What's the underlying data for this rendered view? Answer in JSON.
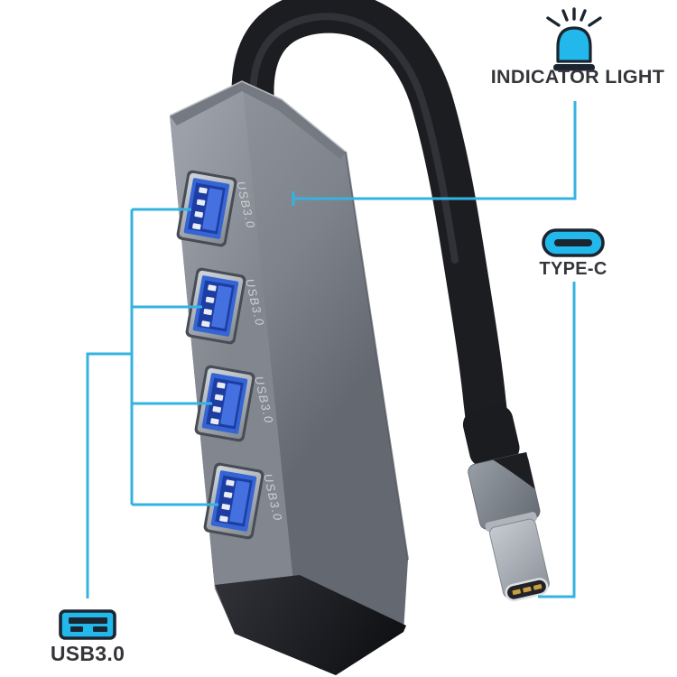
{
  "annotations": {
    "indicator_light": {
      "label": "INDICATOR LIGHT",
      "icon": "beacon-light-icon"
    },
    "type_c": {
      "label": "TYPE-C",
      "icon": "type-c-connector-icon"
    },
    "usb3": {
      "label": "USB3.0",
      "icon": "usb-a-port-icon"
    }
  },
  "hub": {
    "port_count": 4,
    "port_labels": [
      "USB3.0",
      "USB3.0",
      "USB3.0",
      "USB3.0"
    ]
  },
  "colors": {
    "callout_cyan": "#35b3e0",
    "icon_cyan": "#22b8ec",
    "icon_outline": "#1b2530",
    "annotation_text": "#35363a",
    "hub_gray": "#83888f",
    "hub_end_cap": "#1b1c20",
    "usb_port_blue": "#3565d4",
    "cable_black": "#1c1d21",
    "connector_silver": "#b9bec5",
    "port_print": "#ccd1d7",
    "background": "#ffffff"
  }
}
